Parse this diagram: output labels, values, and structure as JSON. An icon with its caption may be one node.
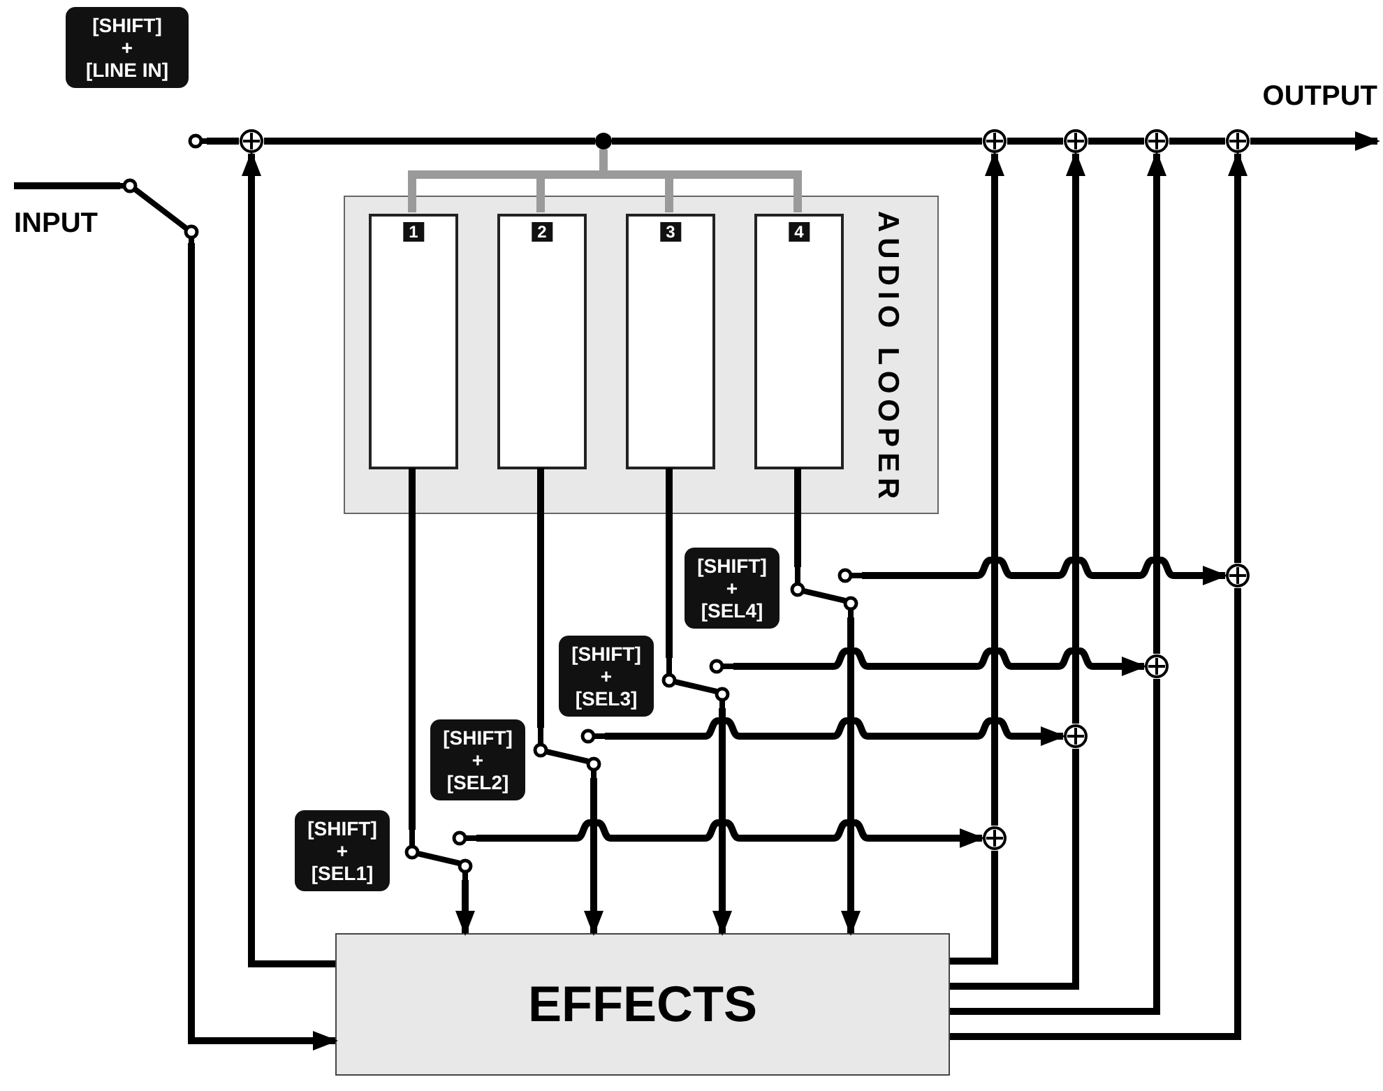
{
  "diagram": {
    "nodes": [
      {
        "text": [
          "[SHIFT]",
          "+",
          "[LINE IN]"
        ]
      },
      {
        "text": [
          "OUTPUT"
        ]
      },
      {
        "text": [
          "INPUT"
        ]
      },
      {
        "text": [],
        "shape": "switch"
      },
      {
        "text": [],
        "shape": "circle"
      },
      {
        "text": [],
        "shape": "dot"
      },
      {
        "text": [],
        "shape": "circle"
      },
      {
        "text": [],
        "shape": "circle"
      },
      {
        "text": [],
        "shape": "circle"
      },
      {
        "text": [],
        "shape": "circle"
      },
      {
        "text": [
          "AUDIO LOOPER"
        ]
      },
      {
        "text": [
          "1"
        ],
        "in": 10
      },
      {
        "text": [
          "2"
        ],
        "in": 10
      },
      {
        "text": [
          "3"
        ],
        "in": 10
      },
      {
        "text": [
          "4"
        ],
        "in": 10
      },
      {
        "text": [
          "[SHIFT]",
          "+",
          "[SEL4]"
        ]
      },
      {
        "text": [],
        "shape": "switch"
      },
      {
        "text": [],
        "shape": "circle"
      },
      {
        "text": [
          "[SHIFT]",
          "+",
          "[SEL3]"
        ]
      },
      {
        "text": [],
        "shape": "switch"
      },
      {
        "text": [],
        "shape": "circle"
      },
      {
        "text": [
          "[SHIFT]",
          "+",
          "[SEL2]"
        ]
      },
      {
        "text": [],
        "shape": "switch"
      },
      {
        "text": [],
        "shape": "circle"
      },
      {
        "text": [
          "[SHIFT]",
          "+",
          "[SEL1]"
        ]
      },
      {
        "text": [],
        "shape": "switch"
      },
      {
        "text": [],
        "shape": "circle"
      },
      {
        "text": [
          "EFFECTS"
        ]
      }
    ],
    "edges": [
      {
        "from": 2,
        "to": 3,
        "arrow": "none"
      },
      {
        "from": 3,
        "to": 4,
        "arrow": "none"
      },
      {
        "from": 3,
        "to": 27,
        "arrow": "to"
      },
      {
        "from": 27,
        "to": 4,
        "arrow": "to"
      },
      {
        "from": 4,
        "to": 5,
        "arrow": "none"
      },
      {
        "from": 5,
        "to": 6,
        "arrow": "none"
      },
      {
        "from": 6,
        "to": 7,
        "arrow": "none"
      },
      {
        "from": 7,
        "to": 8,
        "arrow": "none"
      },
      {
        "from": 8,
        "to": 9,
        "arrow": "none"
      },
      {
        "from": 9,
        "to": 1,
        "arrow": "to"
      },
      {
        "from": 5,
        "to": 11,
        "arrow": "none",
        "color": "#9a9a9a"
      },
      {
        "from": 5,
        "to": 12,
        "arrow": "none",
        "color": "#9a9a9a"
      },
      {
        "from": 5,
        "to": 13,
        "arrow": "none",
        "color": "#9a9a9a"
      },
      {
        "from": 5,
        "to": 14,
        "arrow": "none",
        "color": "#9a9a9a"
      },
      {
        "from": 11,
        "to": 25,
        "arrow": "none"
      },
      {
        "from": 25,
        "to": 27,
        "arrow": "to"
      },
      {
        "from": 25,
        "to": 26,
        "arrow": "to"
      },
      {
        "from": 12,
        "to": 22,
        "arrow": "none"
      },
      {
        "from": 22,
        "to": 27,
        "arrow": "to"
      },
      {
        "from": 22,
        "to": 23,
        "arrow": "to"
      },
      {
        "from": 13,
        "to": 19,
        "arrow": "none"
      },
      {
        "from": 19,
        "to": 27,
        "arrow": "to"
      },
      {
        "from": 19,
        "to": 20,
        "arrow": "to"
      },
      {
        "from": 14,
        "to": 16,
        "arrow": "none"
      },
      {
        "from": 16,
        "to": 27,
        "arrow": "to"
      },
      {
        "from": 16,
        "to": 17,
        "arrow": "to"
      },
      {
        "from": 27,
        "to": 26,
        "arrow": "none"
      },
      {
        "from": 26,
        "to": 6,
        "arrow": "to"
      },
      {
        "from": 27,
        "to": 23,
        "arrow": "none"
      },
      {
        "from": 23,
        "to": 7,
        "arrow": "to"
      },
      {
        "from": 27,
        "to": 20,
        "arrow": "none"
      },
      {
        "from": 20,
        "to": 8,
        "arrow": "to"
      },
      {
        "from": 27,
        "to": 17,
        "arrow": "none"
      },
      {
        "from": 17,
        "to": 9,
        "arrow": "to"
      }
    ]
  }
}
